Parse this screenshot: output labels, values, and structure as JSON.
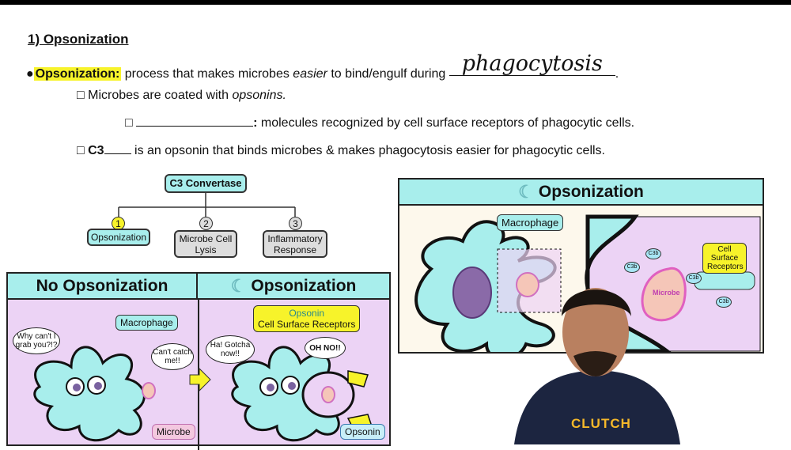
{
  "heading": "1) Opsonization",
  "bullet1": {
    "term": "Opsonization:",
    "text_a": " process that makes microbes ",
    "text_em": "easier",
    "text_b": " to bind/engulf during ",
    "handwritten": "phagocytosis",
    "end": "."
  },
  "bullet2": {
    "text_a": "Microbes are coated with ",
    "text_em": "opsonins."
  },
  "bullet3": {
    "label": ":",
    "text": " molecules recognized by cell surface receptors of phagocytic cells."
  },
  "bullet4": {
    "term": "C3",
    "text": " is an opsonin that binds microbes & makes phagocytosis easier for phagocytic cells."
  },
  "checkbox": "□",
  "tree": {
    "root": "C3 Convertase",
    "children": [
      {
        "num": "1",
        "label": "Opsonization"
      },
      {
        "num": "2",
        "label": "Microbe Cell Lysis"
      },
      {
        "num": "3",
        "label": "Inflammatory Response"
      }
    ]
  },
  "comic": {
    "left_title": "No Opsonization",
    "right_title": "Opsonization",
    "macrophage": "Macrophage",
    "microbe": "Microbe",
    "bubble_macro": "Why can't I grab you?!?",
    "bubble_microbe": "Can't catch me!!",
    "bubble_ha": "Ha! Gotcha now!!",
    "bubble_ohno": "OH NO!!",
    "receptors_a": "Opsonin",
    "receptors_b": "Cell Surface Receptors",
    "opsonin": "Opsonin"
  },
  "diagram": {
    "title": "Opsonization",
    "macrophage": "Macrophage",
    "microbe": "Microbe",
    "receptors": "Cell Surface Receptors",
    "c3b": "C3b"
  },
  "presenter": {
    "shirt_logo": "CLUTCH"
  },
  "colors": {
    "cyan": "#a8eeec",
    "lavender": "#ecd3f5",
    "yellow": "#f7f32a",
    "cream": "#fdf8ec"
  }
}
